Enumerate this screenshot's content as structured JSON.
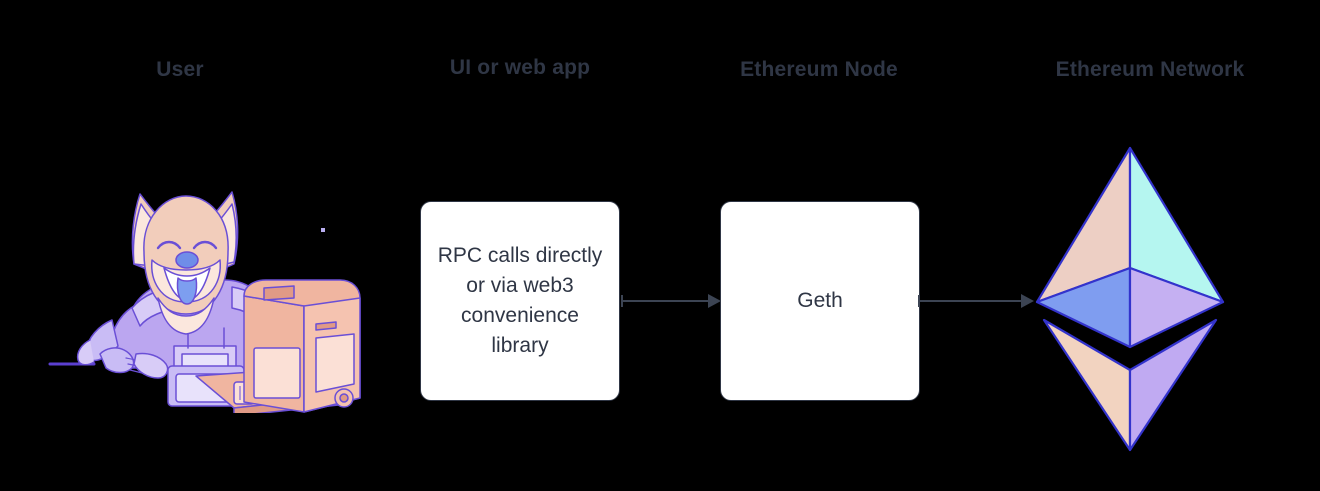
{
  "diagram": {
    "title": "Ethereum stack: user to network",
    "background_color": "#000000",
    "header_color": "#2f3645",
    "box_fill": "#ffffff",
    "box_border": "#2f3645",
    "arrow_color": "#3c4453",
    "columns": [
      {
        "id": "user",
        "label": "User"
      },
      {
        "id": "webapp",
        "label": "UI or web app"
      },
      {
        "id": "node",
        "label": "Ethereum Node"
      },
      {
        "id": "network",
        "label": "Ethereum Network"
      }
    ],
    "nodes": [
      {
        "id": "rpc-box",
        "label": "RPC calls directly\nor via web3\nconvenience\nlibrary"
      },
      {
        "id": "geth-box",
        "label": "Geth"
      }
    ],
    "arrows": [
      {
        "id": "arrow-rpc-to-geth",
        "from": "rpc-box",
        "to": "geth-box"
      },
      {
        "id": "arrow-geth-to-network",
        "from": "geth-box",
        "to": "eth-logo"
      }
    ],
    "illustration": {
      "id": "shiba-at-computer",
      "alt": "Shiba Inu dog in a purple space suit typing at a retro computer",
      "colors": {
        "fur": "#f2cdbb",
        "fur_light": "#fbe7dd",
        "suit": "#bba6f0",
        "suit_light": "#d8ccf7",
        "suit_dark": "#9d86e0",
        "outline": "#6a4fd6",
        "tongue": "#7d9ef0",
        "nose": "#6f8de8",
        "computer": "#f0b5a0",
        "computer_light": "#fbe0d6",
        "computer_shade": "#e09a86",
        "desk_line": "#5b3fd0"
      }
    },
    "eth_logo": {
      "id": "ethereum-diamond",
      "colors": {
        "top_left": "#edcfc4",
        "top_right": "#b5f6f0",
        "mid_left": "#7f9df0",
        "mid_right": "#c5b0f2",
        "bottom_left": "#f2d3c0",
        "bottom_right": "#c0aaf2",
        "stroke": "#3333cc"
      }
    }
  }
}
